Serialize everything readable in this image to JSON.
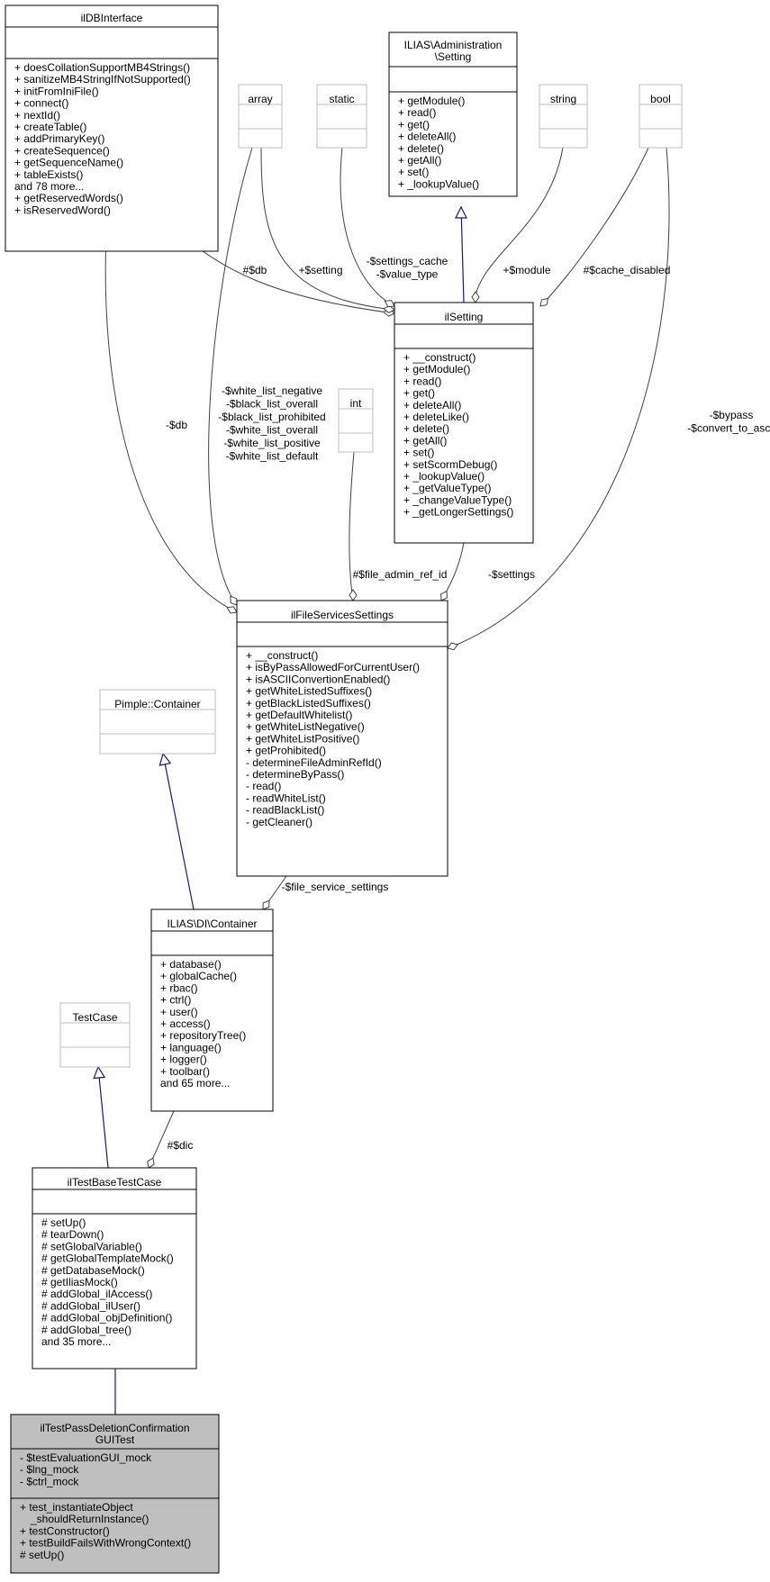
{
  "classes": {
    "ildbinterface": {
      "title": [
        "ilDBInterface"
      ],
      "attributes": [],
      "operations": [
        "+ doesCollationSupportMB4Strings()",
        "+ sanitizeMB4StringIfNotSupported()",
        "+ initFromIniFile()",
        "+ connect()",
        "+ nextId()",
        "+ createTable()",
        "+ addPrimaryKey()",
        "+ createSequence()",
        "+ getSequenceName()",
        "+ tableExists()",
        "and 78 more...",
        "+ getReservedWords()",
        "+ isReservedWord()"
      ]
    },
    "array": {
      "title": [
        "array"
      ],
      "attributes": [],
      "operations": []
    },
    "static": {
      "title": [
        "static"
      ],
      "attributes": [],
      "operations": []
    },
    "admin_setting": {
      "title": [
        "ILIAS\\Administration",
        "\\Setting"
      ],
      "attributes": [],
      "operations": [
        "+ getModule()",
        "+ read()",
        "+ get()",
        "+ deleteAll()",
        "+ delete()",
        "+ getAll()",
        "+ set()",
        "+ _lookupValue()"
      ]
    },
    "string": {
      "title": [
        "string"
      ],
      "attributes": [],
      "operations": []
    },
    "bool": {
      "title": [
        "bool"
      ],
      "attributes": [],
      "operations": []
    },
    "ilsetting": {
      "title": [
        "ilSetting"
      ],
      "attributes": [],
      "operations": [
        "+ __construct()",
        "+ getModule()",
        "+ read()",
        "+ get()",
        "+ deleteAll()",
        "+ deleteLike()",
        "+ delete()",
        "+ getAll()",
        "+ set()",
        "+ setScormDebug()",
        "+ _lookupValue()",
        "+ _getValueType()",
        "+ _changeValueType()",
        "+ _getLongerSettings()"
      ]
    },
    "int": {
      "title": [
        "int"
      ],
      "attributes": [],
      "operations": []
    },
    "ilfileservicessettings": {
      "title": [
        "ilFileServicesSettings"
      ],
      "attributes": [],
      "operations": [
        "+ __construct()",
        "+ isByPassAllowedForCurrentUser()",
        "+ isASCIIConvertionEnabled()",
        "+ getWhiteListedSuffixes()",
        "+ getBlackListedSuffixes()",
        "+ getDefaultWhitelist()",
        "+ getWhiteListNegative()",
        "+ getWhiteListPositive()",
        "+ getProhibited()",
        "- determineFileAdminRefId()",
        "- determineByPass()",
        "- read()",
        "- readWhiteList()",
        "- readBlackList()",
        "- getCleaner()"
      ]
    },
    "pimple_container": {
      "title": [
        "Pimple::Container"
      ],
      "attributes": [],
      "operations": []
    },
    "ilias_di_container": {
      "title": [
        "ILIAS\\DI\\Container"
      ],
      "attributes": [],
      "operations": [
        "+ database()",
        "+ globalCache()",
        "+ rbac()",
        "+ ctrl()",
        "+ user()",
        "+ access()",
        "+ repositoryTree()",
        "+ language()",
        "+ logger()",
        "+ toolbar()",
        "and 65 more..."
      ]
    },
    "testcase": {
      "title": [
        "TestCase"
      ],
      "attributes": [],
      "operations": []
    },
    "iltestbasetestcase": {
      "title": [
        "ilTestBaseTestCase"
      ],
      "attributes": [],
      "operations": [
        "# setUp()",
        "# tearDown()",
        "# setGlobalVariable()",
        "# getGlobalTemplateMock()",
        "# getDatabaseMock()",
        "# getIliasMock()",
        "# addGlobal_ilAccess()",
        "# addGlobal_ilUser()",
        "# addGlobal_objDefinition()",
        "# addGlobal_tree()",
        "and 35 more..."
      ]
    },
    "iltestpassdeletion": {
      "title": [
        "ilTestPassDeletionConfirmation",
        "GUITest"
      ],
      "attributes": [
        "- $testEvaluationGUI_mock",
        "- $lng_mock",
        "- $ctrl_mock"
      ],
      "operations": [
        "+ test_instantiateObject",
        "_shouldReturnInstance()",
        "+ testConstructor()",
        "+ testBuildFailsWithWrongContext()",
        "# setUp()"
      ]
    }
  },
  "edge_labels": {
    "db_setting": [
      "#$db"
    ],
    "setting_array": [
      "+$setting"
    ],
    "settings_cache": [
      "-$settings_cache",
      "-$value_type"
    ],
    "module": [
      "+$module"
    ],
    "cache_disabled": [
      "#$cache_disabled"
    ],
    "db_fs": [
      "-$db"
    ],
    "lists": [
      "-$white_list_negative",
      "-$black_list_overall",
      "-$black_list_prohibited",
      "-$white_list_overall",
      "-$white_list_positive",
      "-$white_list_default"
    ],
    "bypass": [
      "-$bypass",
      "-$convert_to_ascii"
    ],
    "file_admin_ref_id": [
      "#$file_admin_ref_id"
    ],
    "settings": [
      "-$settings"
    ],
    "file_service_settings": [
      "-$file_service_settings"
    ],
    "dic": [
      "#$dic"
    ]
  }
}
